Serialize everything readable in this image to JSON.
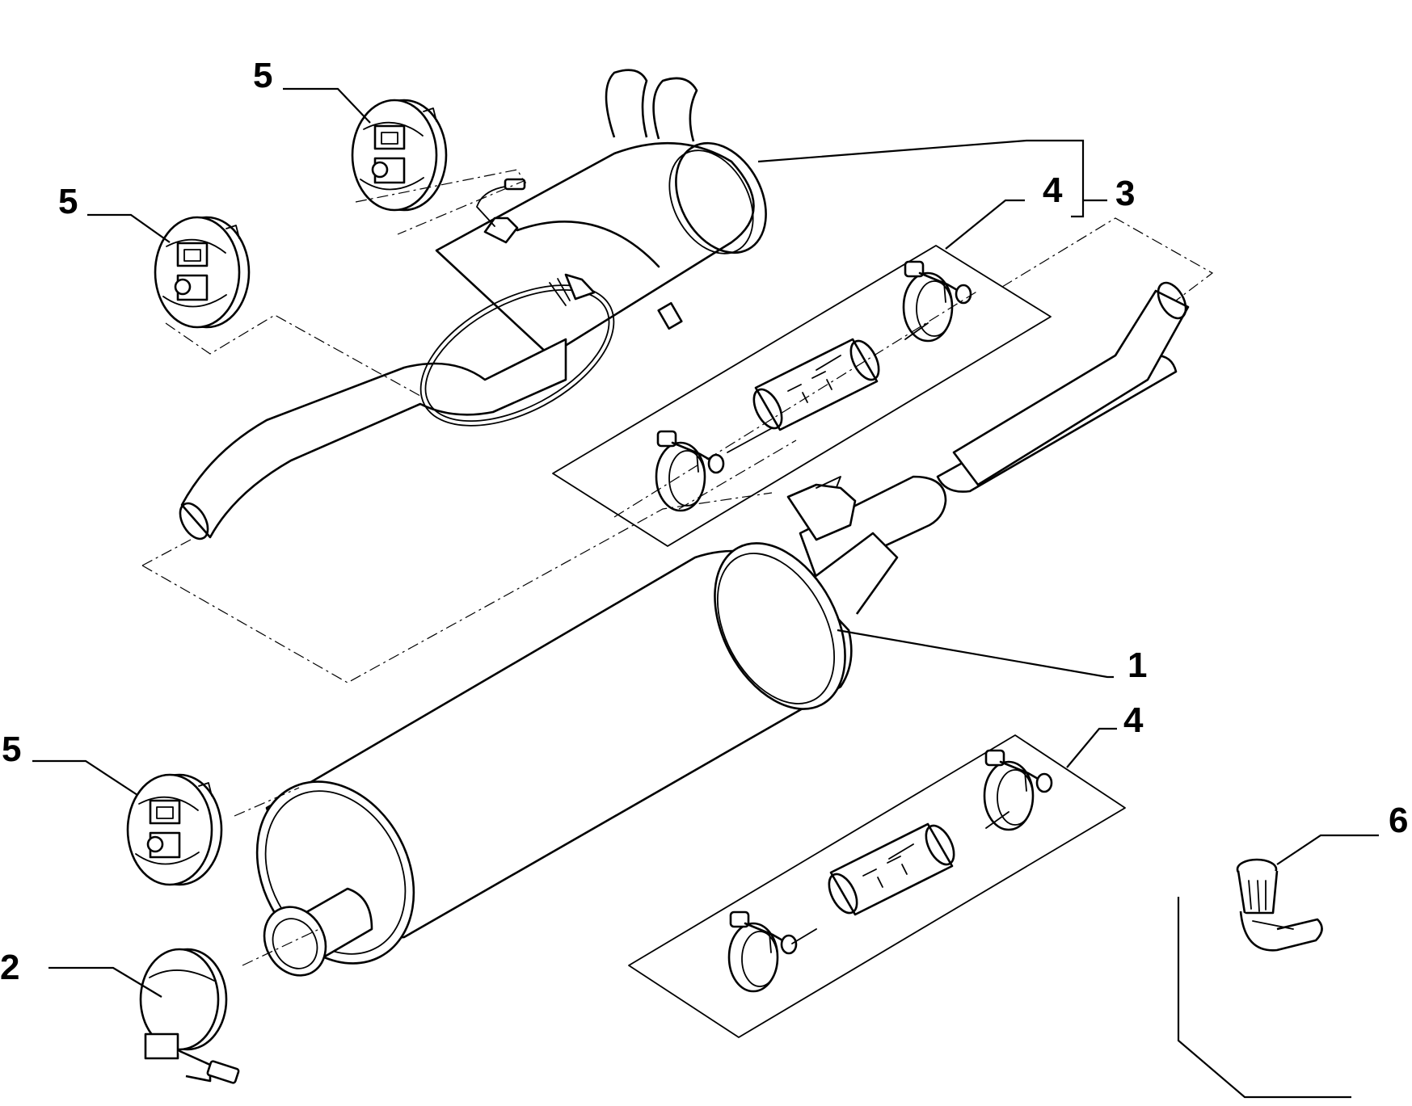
{
  "callouts": [
    {
      "id": "c1",
      "text": "1"
    },
    {
      "id": "c2",
      "text": "2"
    },
    {
      "id": "c3",
      "text": "3"
    },
    {
      "id": "c4a",
      "text": "4"
    },
    {
      "id": "c4b",
      "text": "4"
    },
    {
      "id": "c5a",
      "text": "5"
    },
    {
      "id": "c5b",
      "text": "5"
    },
    {
      "id": "c5c",
      "text": "5"
    },
    {
      "id": "c6",
      "text": "6"
    }
  ]
}
